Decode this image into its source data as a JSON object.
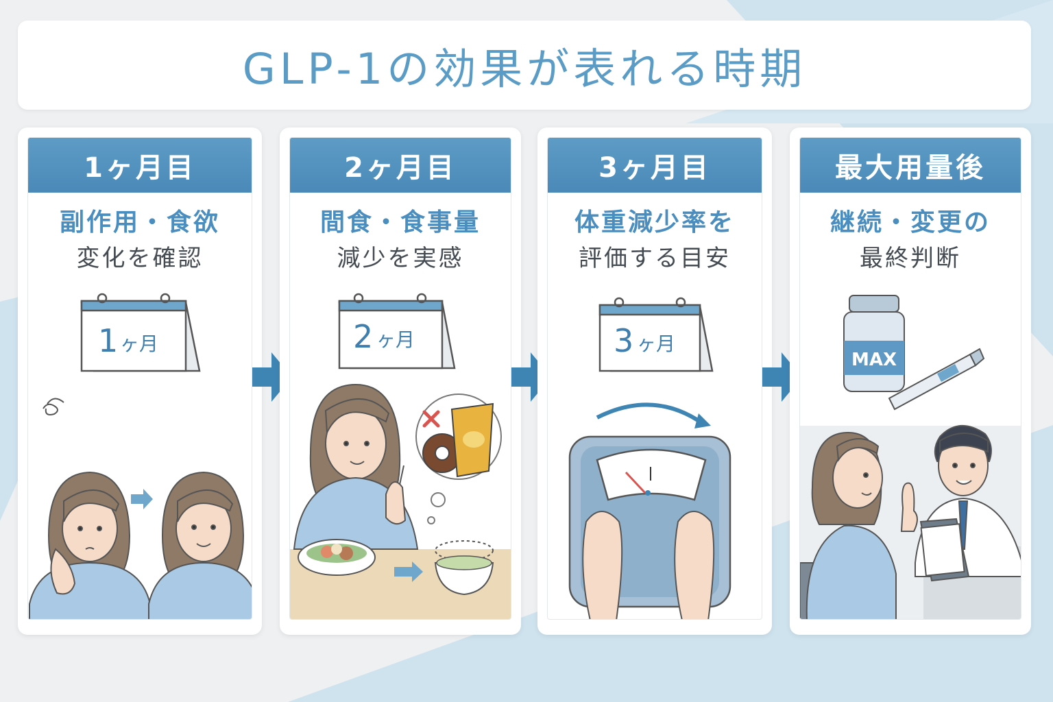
{
  "title": "GLP-1の効果が表れる時期",
  "stages": [
    {
      "header": "1ヶ月目",
      "line1": "副作用・食欲",
      "line2": "変化を確認",
      "calendar": {
        "num": "1",
        "unit": "ヶ月"
      }
    },
    {
      "header": "2ヶ月目",
      "line1": "間食・食事量",
      "line2": "減少を実感",
      "calendar": {
        "num": "2",
        "unit": "ヶ月"
      }
    },
    {
      "header": "3ヶ月目",
      "line1": "体重減少率を",
      "line2": "評価する目安",
      "calendar": {
        "num": "3",
        "unit": "ヶ月"
      }
    },
    {
      "header": "最大用量後",
      "line1": "継続・変更の",
      "line2": "最終判断",
      "vial_label": "MAX"
    }
  ],
  "icons": [
    "calendar-icon",
    "arrow-right-icon",
    "donut-icon",
    "snack-bag-icon",
    "scale-icon",
    "medicine-vial-icon",
    "injection-pen-icon",
    "doctor-illustration",
    "patient-illustration"
  ],
  "colors": {
    "title": "#5b9cc6",
    "header": "#4a89b8",
    "accent_text": "#4a8dbf",
    "arrow": "#3f85b4",
    "background_band": "#cfe3ef"
  }
}
